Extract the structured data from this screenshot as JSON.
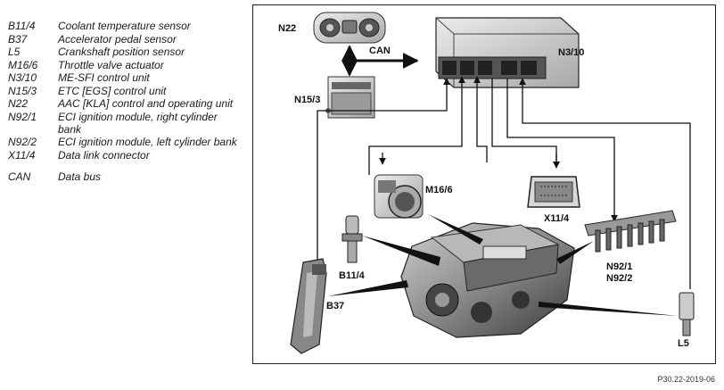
{
  "legend": [
    {
      "code": "B11/4",
      "desc": "Coolant temperature sensor"
    },
    {
      "code": "B37",
      "desc": "Accelerator pedal sensor"
    },
    {
      "code": "L5",
      "desc": "Crankshaft position sensor"
    },
    {
      "code": "M16/6",
      "desc": "Throttle valve actuator"
    },
    {
      "code": "N3/10",
      "desc": "ME-SFI control unit"
    },
    {
      "code": "N15/3",
      "desc": "ETC [EGS] control unit"
    },
    {
      "code": "N22",
      "desc": "AAC [KLA] control and operating unit"
    },
    {
      "code": "N92/1",
      "desc": "ECI ignition module, right cylinder bank"
    },
    {
      "code": "N92/2",
      "desc": "ECI ignition module, left cylinder bank"
    },
    {
      "code": "X11/4",
      "desc": "Data link connector"
    },
    {
      "code": "CAN",
      "desc": "Data bus"
    }
  ],
  "diagram": {
    "n22": "N22",
    "can": "CAN",
    "n3_10": "N3/10",
    "n15_3": "N15/3",
    "m16_6": "M16/6",
    "x11_4": "X11/4",
    "b11_4": "B11/4",
    "b37": "B37",
    "n92_1": "N92/1",
    "n92_2": "N92/2",
    "l5": "L5"
  },
  "footer": "P30.22-2019-06"
}
